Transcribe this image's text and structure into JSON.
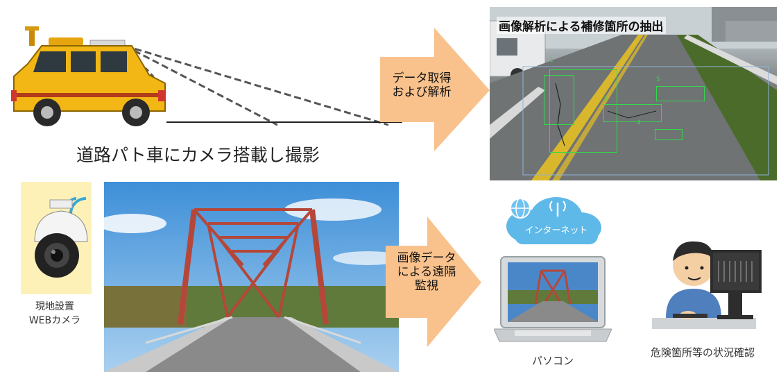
{
  "captions": {
    "patrol_car": "道路パト車にカメラ搭載し撮影",
    "analysis_title": "画像解析による補修箇所の抽出",
    "webcam_line1": "現地設置",
    "webcam_line2": "WEBカメラ",
    "internet": "インターネット",
    "pc": "パソコン",
    "status_check": "危険箇所等の状況確認"
  },
  "arrows": {
    "top_line1": "データ取得",
    "top_line2": "および解析",
    "bottom_line1": "画像データ",
    "bottom_line2": "による遠隔",
    "bottom_line3": "監視"
  },
  "detections": {
    "labels": [
      "1",
      "3",
      "4",
      "5"
    ]
  },
  "colors": {
    "arrow": "#f9c28d",
    "detection_box": "#32d94b",
    "car_body": "#f2b714",
    "cloud": "#5fb9e8",
    "sky": "#3e8fd8"
  }
}
